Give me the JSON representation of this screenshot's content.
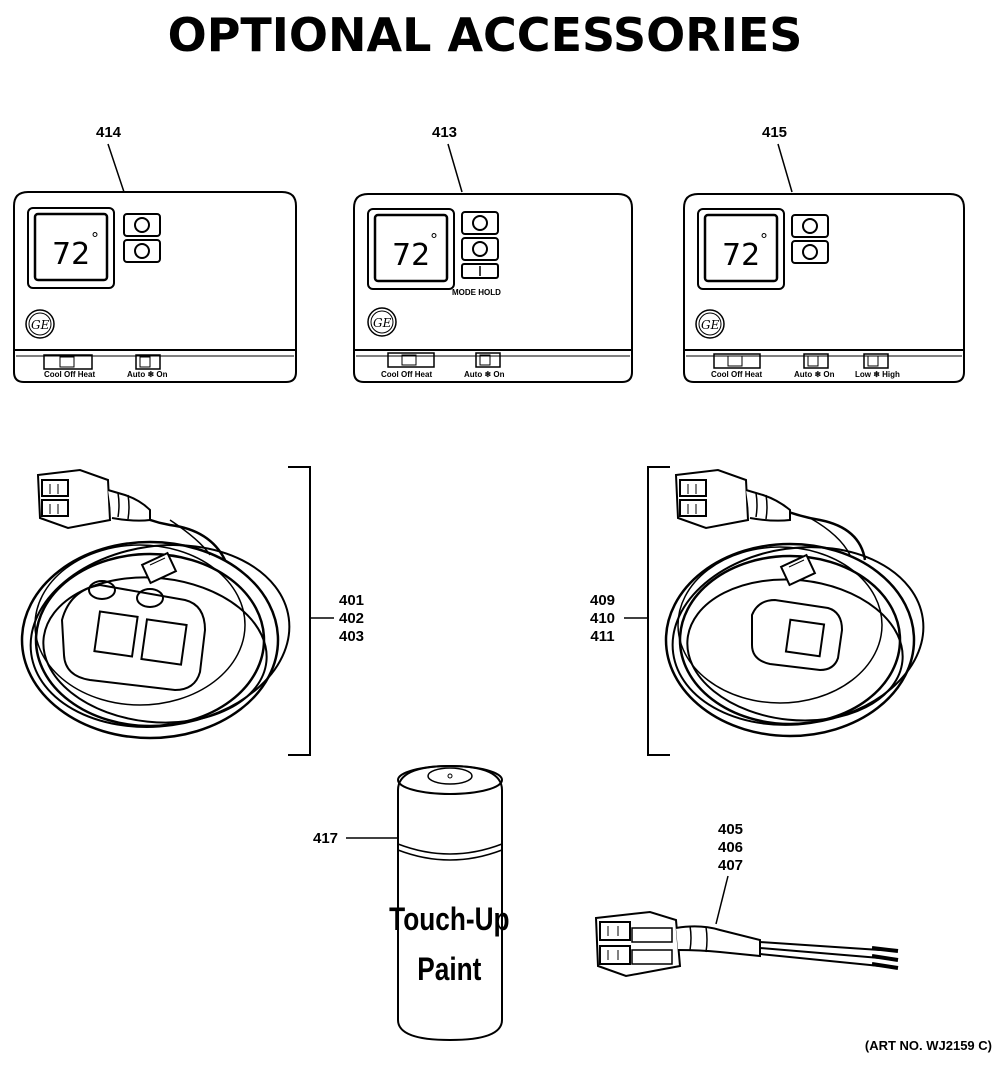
{
  "title": "OPTIONAL ACCESSORIES",
  "art_no": "(ART NO. WJ2159 C)",
  "thermostats": [
    {
      "ref": "414",
      "display": "72",
      "degree": "°",
      "switches": [
        "Cool Off Heat",
        "Auto ❄ On"
      ],
      "logo": "GE"
    },
    {
      "ref": "413",
      "display": "72",
      "degree": "°",
      "button_label": "MODE HOLD",
      "switches": [
        "Cool  Off  Heat",
        "Auto ❄ On"
      ],
      "logo": "GE"
    },
    {
      "ref": "415",
      "display": "72",
      "degree": "°",
      "switches": [
        "Cool Off Heat",
        "Auto ❄ On",
        "Low ❄ High"
      ],
      "logo": "GE"
    }
  ],
  "harness_left": {
    "refs": [
      "401",
      "402",
      "403"
    ]
  },
  "harness_right": {
    "refs": [
      "409",
      "410",
      "411"
    ]
  },
  "paint": {
    "ref": "417",
    "label_line1": "Touch-Up",
    "label_line2": "Paint"
  },
  "connector": {
    "refs": [
      "405",
      "406",
      "407"
    ]
  }
}
